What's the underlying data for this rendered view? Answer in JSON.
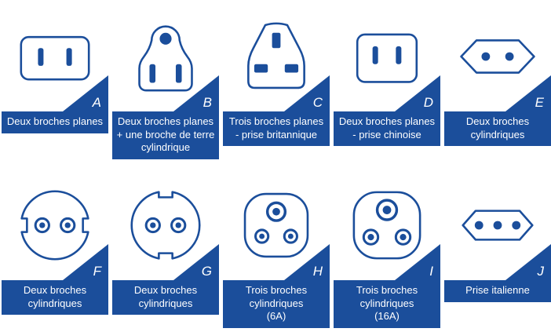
{
  "colors": {
    "primary": "#1b4e9b",
    "background": "#ffffff",
    "text_on_primary": "#ffffff"
  },
  "cards": [
    {
      "letter": "A",
      "label": "Deux broches planes",
      "icon": "plug-type-a-two-flat-pins-icon"
    },
    {
      "letter": "B",
      "label": "Deux broches planes\n+ une broche de terre\ncylindrique",
      "icon": "plug-type-b-two-flat-pins-ground-icon"
    },
    {
      "letter": "C",
      "label": "Trois broches planes\n- prise britannique",
      "icon": "plug-type-c-british-icon"
    },
    {
      "letter": "D",
      "label": "Deux broches planes\n- prise chinoise",
      "icon": "plug-type-d-chinese-icon"
    },
    {
      "letter": "E",
      "label": "Deux broches\ncylindriques",
      "icon": "plug-type-e-europlug-icon"
    },
    {
      "letter": "F",
      "label": "Deux broches\ncylindriques",
      "icon": "plug-type-f-round-notched-icon"
    },
    {
      "letter": "G",
      "label": "Deux broches\ncylindriques",
      "icon": "plug-type-g-schuko-icon"
    },
    {
      "letter": "H",
      "label": "Trois broches\ncylindriques\n(6A)",
      "icon": "plug-type-h-three-round-pins-icon"
    },
    {
      "letter": "I",
      "label": "Trois broches\ncylindriques\n(16A)",
      "icon": "plug-type-i-three-round-pins-icon"
    },
    {
      "letter": "J",
      "label": "Prise italienne",
      "icon": "plug-type-j-italian-icon"
    }
  ]
}
